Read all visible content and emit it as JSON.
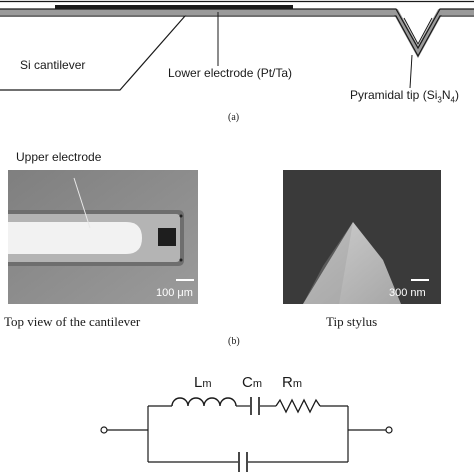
{
  "part_a": {
    "label_si_cantilever": "Si cantilever",
    "label_lower_electrode": "Lower electrode (Pt/Ta)",
    "label_pyramidal_tip_prefix": "Pyramidal tip (Si",
    "label_pyramidal_tip_sub3": "3",
    "label_pyramidal_tip_N": "N",
    "label_pyramidal_tip_sub4": "4",
    "label_pyramidal_tip_suffix": ")",
    "caption": "(a)"
  },
  "part_b": {
    "label_upper_electrode": "Upper electrode",
    "scalebar_left": "100 μm",
    "scalebar_right": "300 nm",
    "caption_left": "Top view of the cantilever",
    "caption_right": "Tip stylus",
    "caption": "(b)"
  },
  "part_c": {
    "label_L": "L",
    "label_L_sub": "m",
    "label_C": "C",
    "label_C_sub": "m",
    "label_R": "R",
    "label_R_sub": "m"
  },
  "colors": {
    "line": "#1a1a1a",
    "layer_gray": "#9a9a9a",
    "photo_left_bg": "#8c8c8c",
    "photo_left_electrode": "#f2f2f2",
    "photo_right_bg": "#3c3c3c",
    "photo_right_tip": "#bdbdbd"
  }
}
